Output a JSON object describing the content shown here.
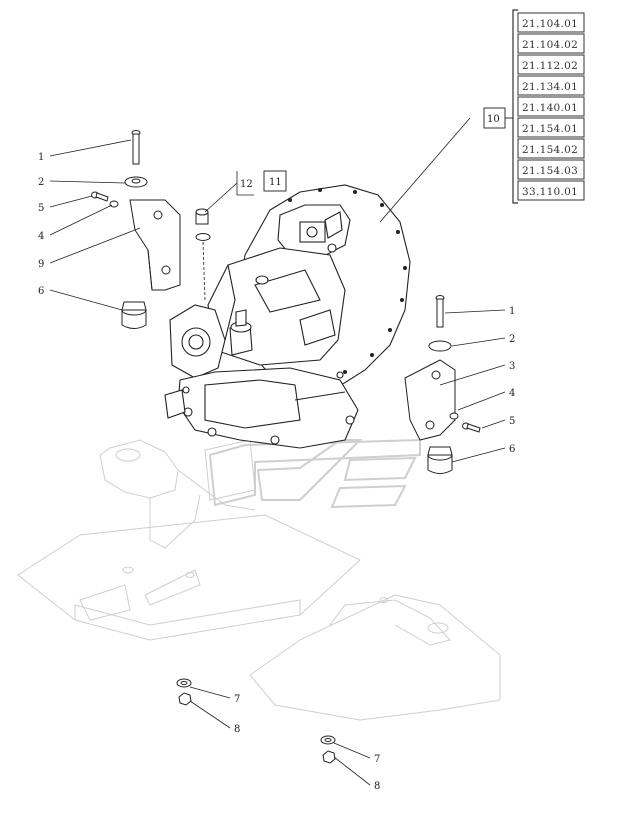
{
  "references": {
    "group_id": "10",
    "codes": [
      "21.104.01",
      "21.104.02",
      "21.112.02",
      "21.134.01",
      "21.140.01",
      "21.154.01",
      "21.154.02",
      "21.154.03",
      "33.110.01"
    ]
  },
  "sub_reference": {
    "number": "12",
    "box": "11"
  },
  "callouts_left": [
    "1",
    "2",
    "5",
    "4",
    "9",
    "6"
  ],
  "callouts_right": [
    "1",
    "2",
    "3",
    "4",
    "5",
    "6"
  ],
  "callouts_bottom": [
    "7",
    "8",
    "7",
    "8"
  ],
  "colors": {
    "line": "#222222",
    "ghost": "#cfcfcf",
    "box": "#333333"
  },
  "icons": [
    "transmission-assembly",
    "bolt",
    "washer",
    "bracket",
    "rubber-mount",
    "plug",
    "o-ring",
    "nut",
    "chassis-frame-ghost"
  ]
}
